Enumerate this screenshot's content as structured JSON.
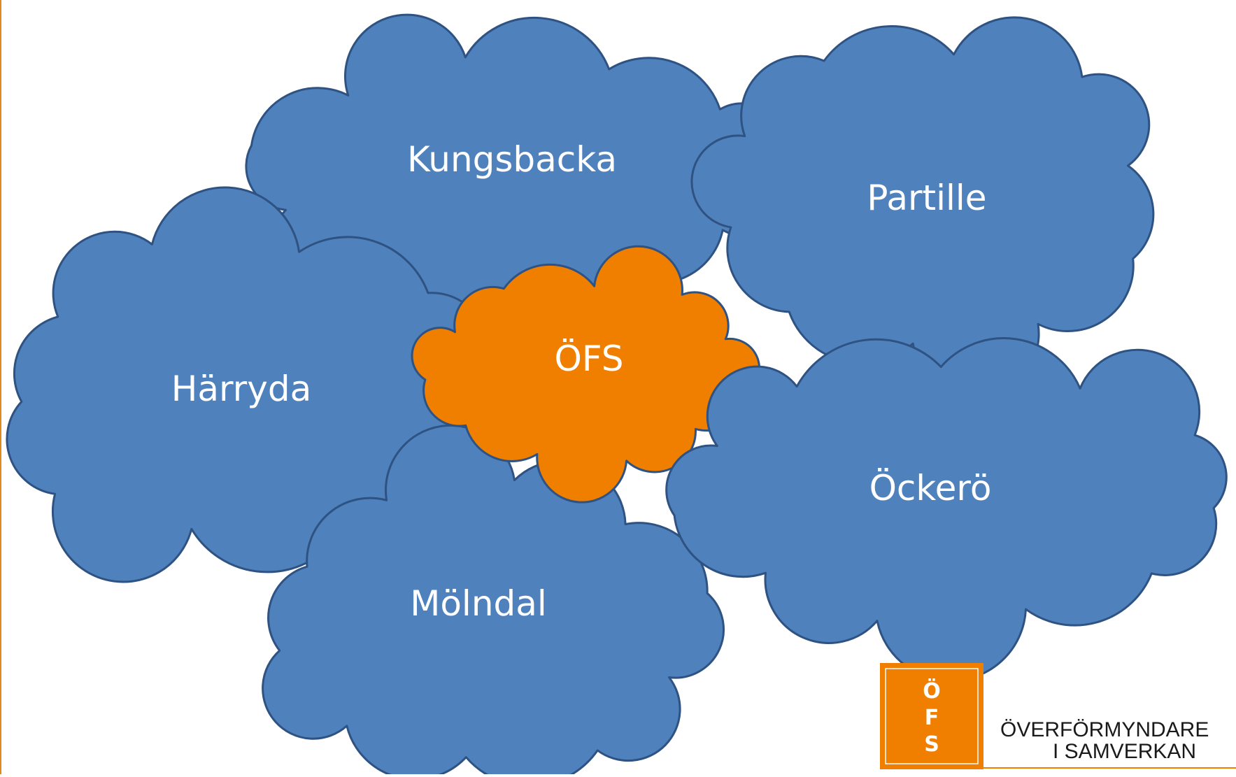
{
  "clouds": [
    {
      "id": "kungsbacka",
      "label": "Kungsbacka"
    },
    {
      "id": "partille",
      "label": "Partille"
    },
    {
      "id": "harryda",
      "label": "Härryda"
    },
    {
      "id": "ofs",
      "label": "ÖFS"
    },
    {
      "id": "molndal",
      "label": "Mölndal"
    },
    {
      "id": "ockero",
      "label": "Öckerö"
    }
  ],
  "logo": {
    "letters": [
      "Ö",
      "F",
      "S"
    ],
    "line1": "ÖVERFÖRMYNDARE",
    "line2": "I SAMVERKAN"
  },
  "colors": {
    "cloud_blue": "#4f81bd",
    "cloud_blue_stroke": "#2e5282",
    "cloud_orange": "#f07f00",
    "cloud_orange_stroke": "#2e5282",
    "logo_orange": "#f07f00"
  }
}
